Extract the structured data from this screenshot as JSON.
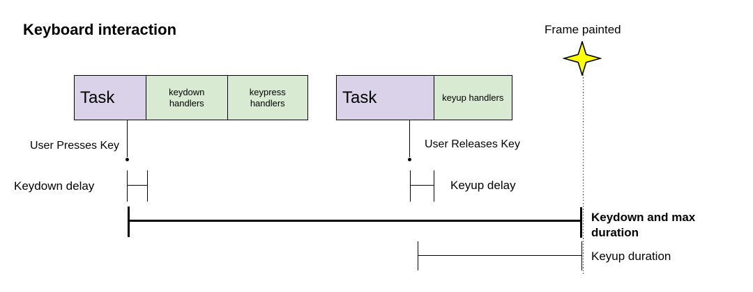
{
  "title": "Keyboard interaction",
  "colors": {
    "background": "#ffffff",
    "task_fill": "#d9d2e9",
    "handlers_fill": "#d9ead3",
    "star_fill": "#ffff00",
    "line": "#000000"
  },
  "frame_marker": {
    "label": "Frame painted",
    "icon": "four-point-star"
  },
  "keydown_track": {
    "task_label": "Task",
    "handler_boxes": [
      "keydown\nhandlers",
      "keypress\nhandlers"
    ],
    "event_label": "User Presses Key",
    "delay_label": "Keydown delay",
    "duration_label": "Keydown and max\nduration"
  },
  "keyup_track": {
    "task_label": "Task",
    "handler_boxes": [
      "keyup handlers"
    ],
    "event_label": "User Releases Key",
    "delay_label": "Keyup delay",
    "duration_label": "Keyup duration"
  }
}
